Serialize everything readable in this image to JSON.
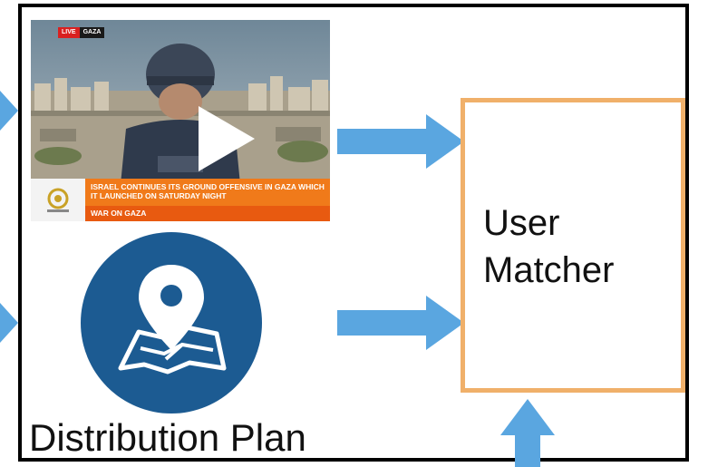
{
  "video": {
    "badge_live": "LIVE",
    "badge_location": "GAZA",
    "headline": "ISRAEL CONTINUES ITS GROUND OFFENSIVE IN GAZA WHICH IT LAUNCHED ON SATURDAY NIGHT",
    "subheadline": "WAR ON GAZA",
    "play_icon": "play-icon"
  },
  "distribution": {
    "label": "Distribution Plan",
    "icon": "map-pin-icon"
  },
  "matcher": {
    "line1": "User",
    "line2": "Matcher"
  },
  "colors": {
    "arrow": "#5aa6e0",
    "matcher_border": "#f0b06a",
    "pin_circle": "#1c5b92",
    "lower_third_orange": "#f07a1a"
  }
}
